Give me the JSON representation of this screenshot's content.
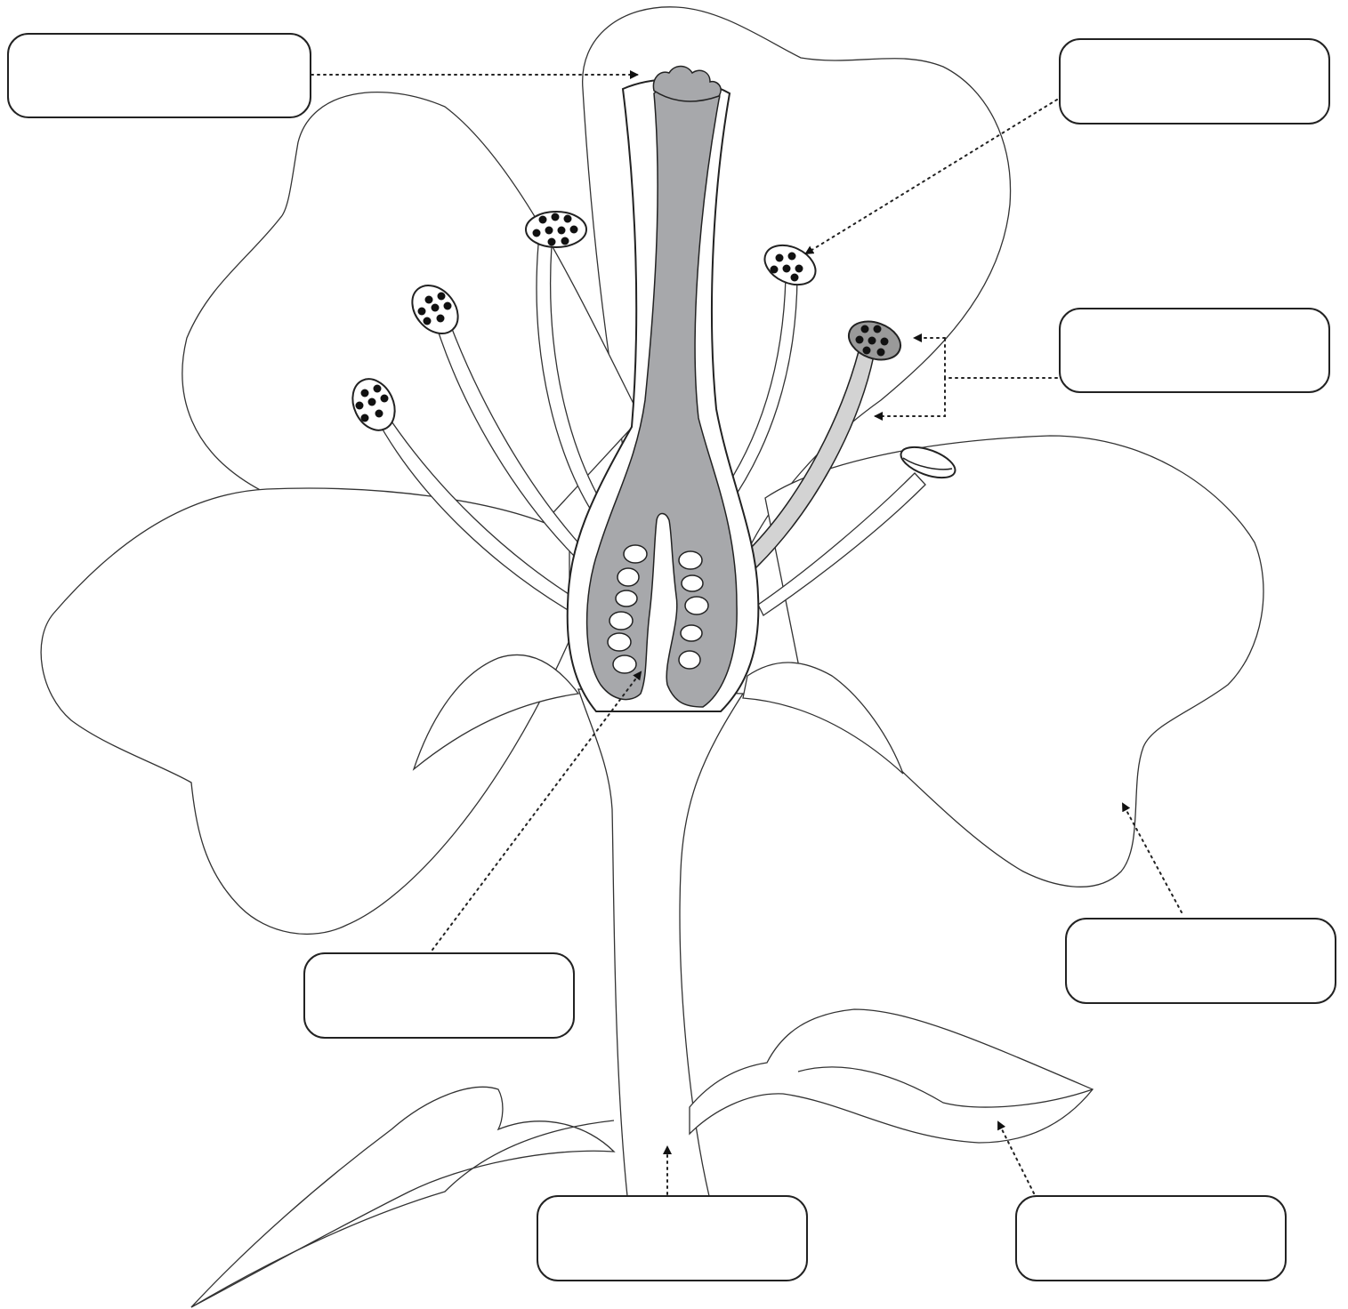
{
  "diagram": {
    "labels": [
      {
        "id": "stigma",
        "text": ""
      },
      {
        "id": "anther",
        "text": ""
      },
      {
        "id": "stamen",
        "text": ""
      },
      {
        "id": "ovule",
        "text": ""
      },
      {
        "id": "petal",
        "text": ""
      },
      {
        "id": "stem",
        "text": ""
      },
      {
        "id": "leaf",
        "text": ""
      }
    ],
    "colors": {
      "pistil": "#a7a8ab",
      "filament_highlight": "#d3d3d3",
      "anther_highlight": "#9a9a9a",
      "outline": "#222222",
      "background": "#ffffff"
    }
  }
}
